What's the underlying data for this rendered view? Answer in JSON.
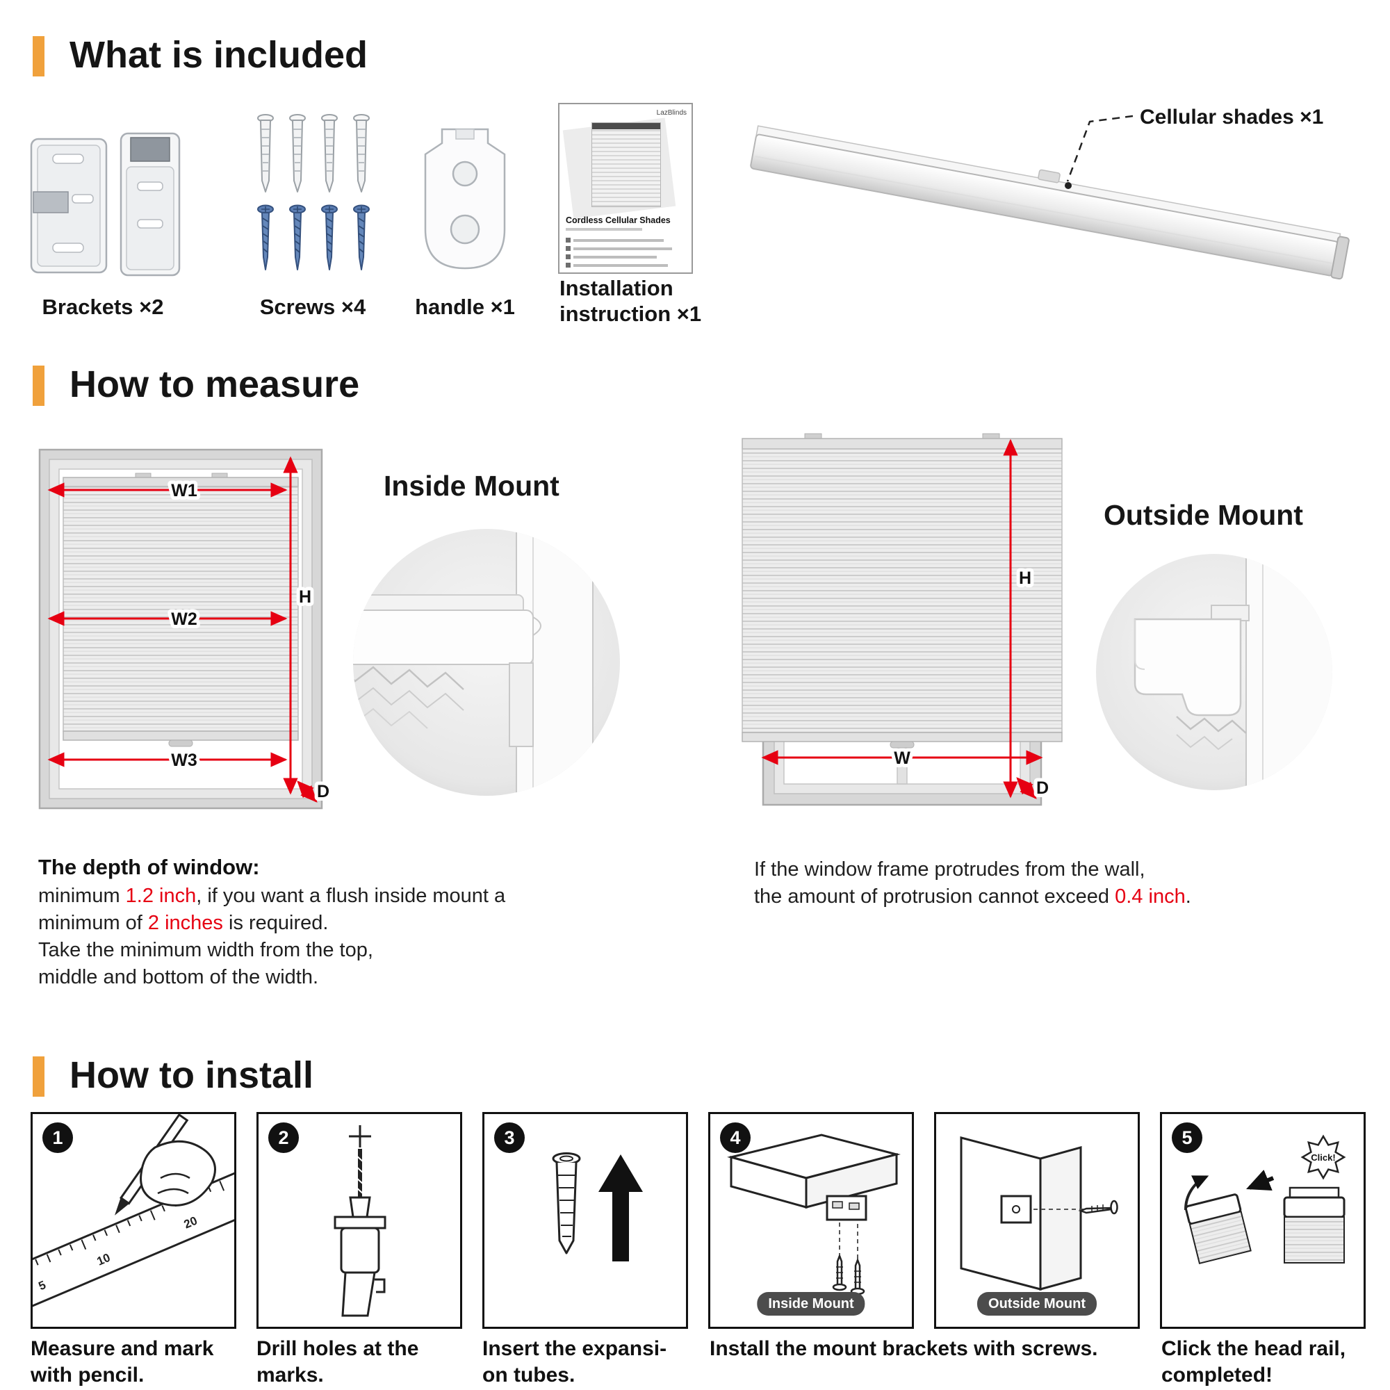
{
  "colors": {
    "accent": "#F0A13C",
    "red": "#E60012",
    "text": "#1A1A1A"
  },
  "included": {
    "title": "What is included",
    "brackets_label": "Brackets ×2",
    "screws_label": "Screws ×4",
    "handle_label": "handle ×1",
    "instruction_label_1": "Installation",
    "instruction_label_2": "instruction ×1",
    "shades_label": "Cellular shades ×1",
    "booklet_brand": "LazBlinds",
    "booklet_title": "Cordless Cellular Shades"
  },
  "measure": {
    "title": "How to measure",
    "inside_heading": "Inside Mount",
    "outside_heading": "Outside Mount",
    "labels": {
      "w1": "W1",
      "w2": "W2",
      "w3": "W3",
      "h": "H",
      "d": "D",
      "w": "W"
    },
    "depth_heading": "The depth of window:",
    "depth_l1a": "minimum ",
    "depth_l1b": "1.2 inch",
    "depth_l1c": ", if you want a flush inside mount a",
    "depth_l2a": "minimum of ",
    "depth_l2b": "2 inches",
    "depth_l2c": " is required.",
    "depth_l3": "Take the minimum width from the top,",
    "depth_l4": "middle and bottom of the width.",
    "protrude_l1": "If the window frame protrudes from the wall,",
    "protrude_l2a": "the amount of protrusion cannot exceed ",
    "protrude_l2b": "0.4 inch",
    "protrude_l2c": "."
  },
  "install": {
    "title": "How to install",
    "step_numbers": [
      "1",
      "2",
      "3",
      "4",
      "5"
    ],
    "captions": [
      {
        "l1": "Measure and mark",
        "l2": "with pencil."
      },
      {
        "l1": "Drill holes at the",
        "l2": "marks."
      },
      {
        "l1": "Insert the expansi-",
        "l2": "on tubes."
      },
      {
        "l1": "Install the mount brackets with screws.",
        "l2": ""
      },
      {
        "l1": "Click the head rail,",
        "l2": "completed!"
      }
    ],
    "inside_badge": "Inside Mount",
    "outside_badge": "Outside Mount",
    "click_label": "Click!",
    "ruler_numbers": [
      "5",
      "10",
      "20"
    ]
  }
}
